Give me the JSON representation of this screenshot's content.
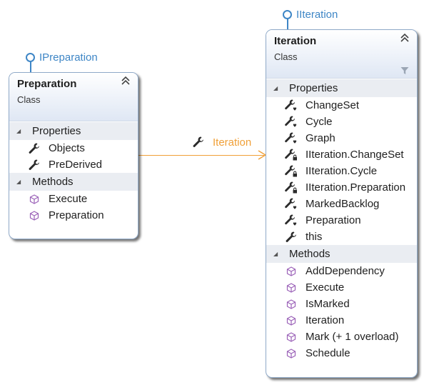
{
  "preparation_interface": {
    "label": "IPreparation"
  },
  "iteration_interface": {
    "label": "IIteration"
  },
  "association": {
    "label": "Iteration"
  },
  "preparation_class": {
    "name": "Preparation",
    "kind": "Class",
    "properties_label": "Properties",
    "properties": [
      {
        "name": "Objects",
        "icon": "wrench-icon"
      },
      {
        "name": "PreDerived",
        "icon": "wrench-icon"
      }
    ],
    "methods_label": "Methods",
    "methods": [
      {
        "name": "Execute",
        "icon": "method-cube-icon"
      },
      {
        "name": "Preparation",
        "icon": "method-cube-icon"
      }
    ]
  },
  "iteration_class": {
    "name": "Iteration",
    "kind": "Class",
    "properties_label": "Properties",
    "properties": [
      {
        "name": "ChangeSet",
        "icon": "protected-wrench-icon"
      },
      {
        "name": "Cycle",
        "icon": "protected-wrench-icon"
      },
      {
        "name": "Graph",
        "icon": "protected-wrench-icon"
      },
      {
        "name": "IIteration.ChangeSet",
        "icon": "private-wrench-icon"
      },
      {
        "name": "IIteration.Cycle",
        "icon": "private-wrench-icon"
      },
      {
        "name": "IIteration.Preparation",
        "icon": "private-wrench-icon"
      },
      {
        "name": "MarkedBacklog",
        "icon": "protected-wrench-icon"
      },
      {
        "name": "Preparation",
        "icon": "protected-wrench-icon"
      },
      {
        "name": "this",
        "icon": "wrench-icon"
      }
    ],
    "methods_label": "Methods",
    "methods": [
      {
        "name": "AddDependency",
        "icon": "method-cube-icon"
      },
      {
        "name": "Execute",
        "icon": "method-cube-icon"
      },
      {
        "name": "IsMarked",
        "icon": "method-cube-icon"
      },
      {
        "name": "Iteration",
        "icon": "method-cube-icon"
      },
      {
        "name": "Mark (+ 1 overload)",
        "icon": "method-cube-icon"
      },
      {
        "name": "Schedule",
        "icon": "method-cube-icon"
      }
    ]
  },
  "colors": {
    "interface_blue": "#3e86c6",
    "association_orange": "#f0a038",
    "method_purple": "#9b62b8",
    "section_bg": "#eaedf2"
  }
}
